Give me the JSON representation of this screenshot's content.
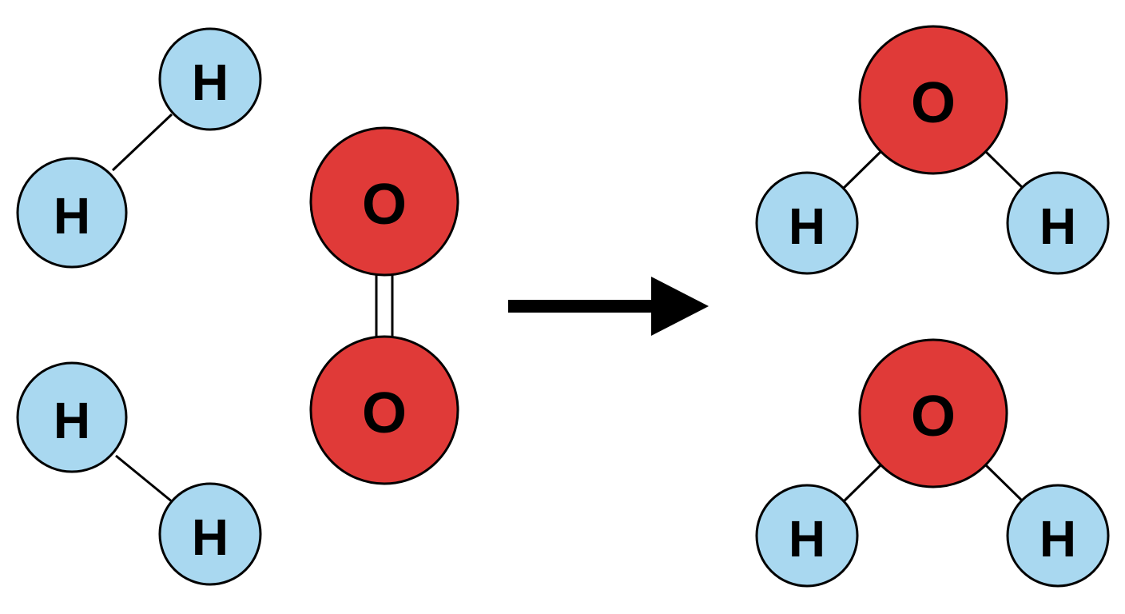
{
  "colors": {
    "hydrogen": "#a9d8f0",
    "oxygen": "#e03a38",
    "outline": "#000000",
    "background": "#ffffff"
  },
  "atom_labels": {
    "hydrogen": "H",
    "oxygen": "O"
  },
  "reactants": {
    "hydrogen_molecules": [
      {
        "atoms": [
          "H",
          "H"
        ],
        "bond": "single"
      },
      {
        "atoms": [
          "H",
          "H"
        ],
        "bond": "single"
      }
    ],
    "oxygen_molecule": {
      "atoms": [
        "O",
        "O"
      ],
      "bond": "double"
    }
  },
  "arrow": {
    "icon": "right-arrow-icon"
  },
  "products": {
    "water_molecules": [
      {
        "atoms": [
          "O",
          "H",
          "H"
        ],
        "bonds": [
          "single",
          "single"
        ]
      },
      {
        "atoms": [
          "O",
          "H",
          "H"
        ],
        "bonds": [
          "single",
          "single"
        ]
      }
    ]
  }
}
